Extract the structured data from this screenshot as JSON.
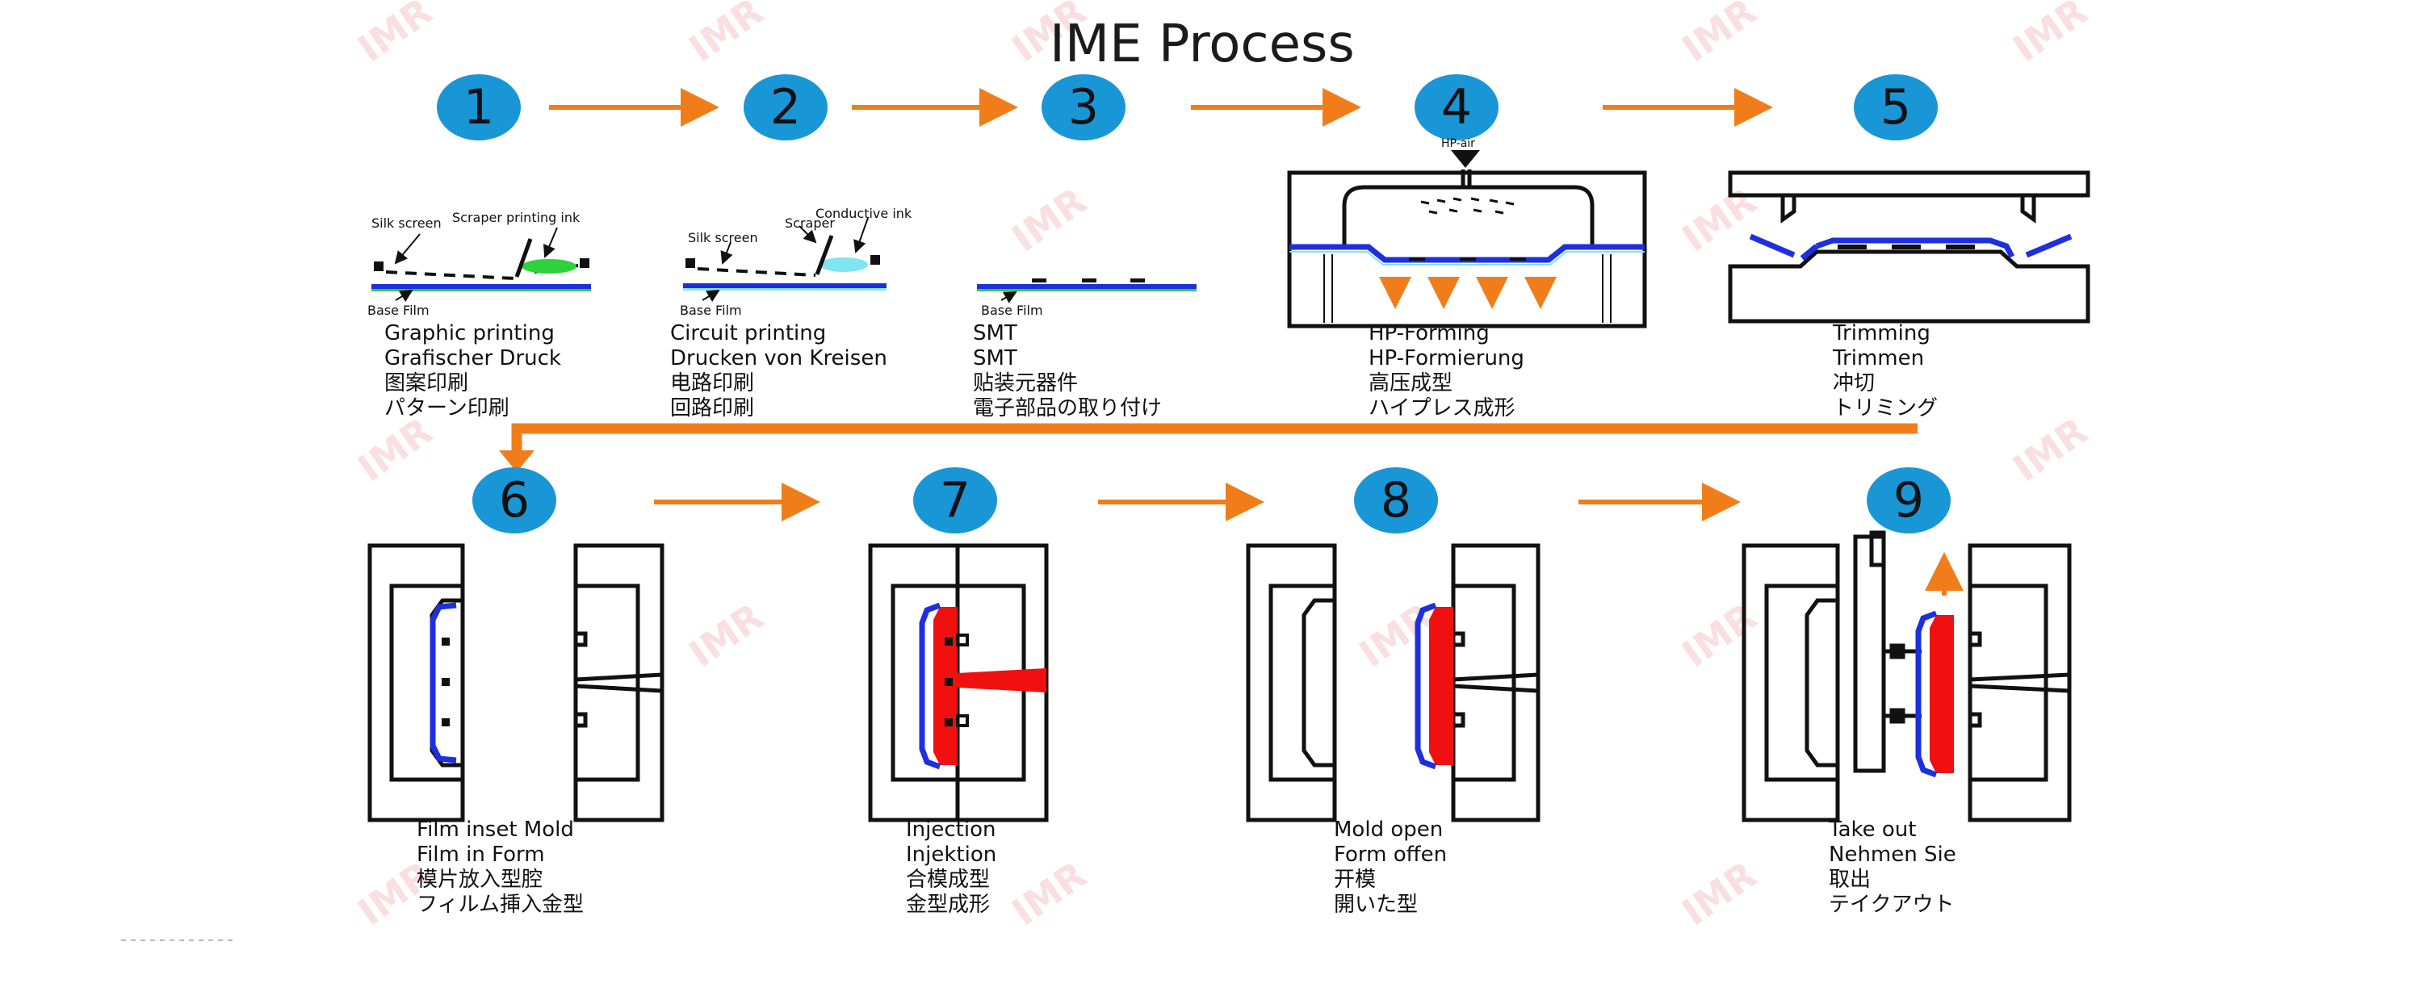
{
  "title": "IME Process",
  "watermark": "IMR",
  "colors": {
    "badge": "#1996d6",
    "arrow": "#f07d19",
    "film_blue": "#1e2fe0",
    "film_purple": "#7a3ad8",
    "resin_red": "#f01010",
    "ink_green": "#2ed23a",
    "conductive_cyan": "#7fe5ef",
    "mold_black": "#111111"
  },
  "steps": [
    {
      "number": "1",
      "caption": [
        "Graphic printing",
        "Grafischer Druck",
        "图案印刷",
        "パターン印刷"
      ],
      "labels": {
        "silk_screen": "Silk screen",
        "scraper": "Scraper printing ink",
        "base_film": "Base Film"
      }
    },
    {
      "number": "2",
      "caption": [
        "Circuit printing",
        "Drucken von Kreisen",
        "电路印刷",
        "回路印刷"
      ],
      "labels": {
        "silk_screen": "Silk screen",
        "scraper": "Scraper",
        "conductive": "Conductive ink",
        "base_film": "Base Film"
      }
    },
    {
      "number": "3",
      "caption": [
        "SMT",
        "SMT",
        "贴装元器件",
        "電子部品の取り付け"
      ],
      "labels": {
        "base_film": "Base Film"
      }
    },
    {
      "number": "4",
      "caption": [
        "HP-Forming",
        "HP-Formierung",
        "高压成型",
        "ハイプレス成形"
      ],
      "labels": {
        "hp_air": "HP-air"
      }
    },
    {
      "number": "5",
      "caption": [
        "Trimming",
        "Trimmen",
        "冲切",
        "トリミング"
      ]
    },
    {
      "number": "6",
      "caption": [
        "Film inset Mold",
        "Film in Form",
        "模片放入型腔",
        "フィルム挿入金型"
      ]
    },
    {
      "number": "7",
      "caption": [
        "Injection",
        "Injektion",
        "合模成型",
        "金型成形"
      ]
    },
    {
      "number": "8",
      "caption": [
        "Mold open",
        "Form offen",
        "开模",
        "開いた型"
      ]
    },
    {
      "number": "9",
      "caption": [
        "Take out",
        "Nehmen Sie",
        "取出",
        "テイクアウト"
      ]
    }
  ]
}
